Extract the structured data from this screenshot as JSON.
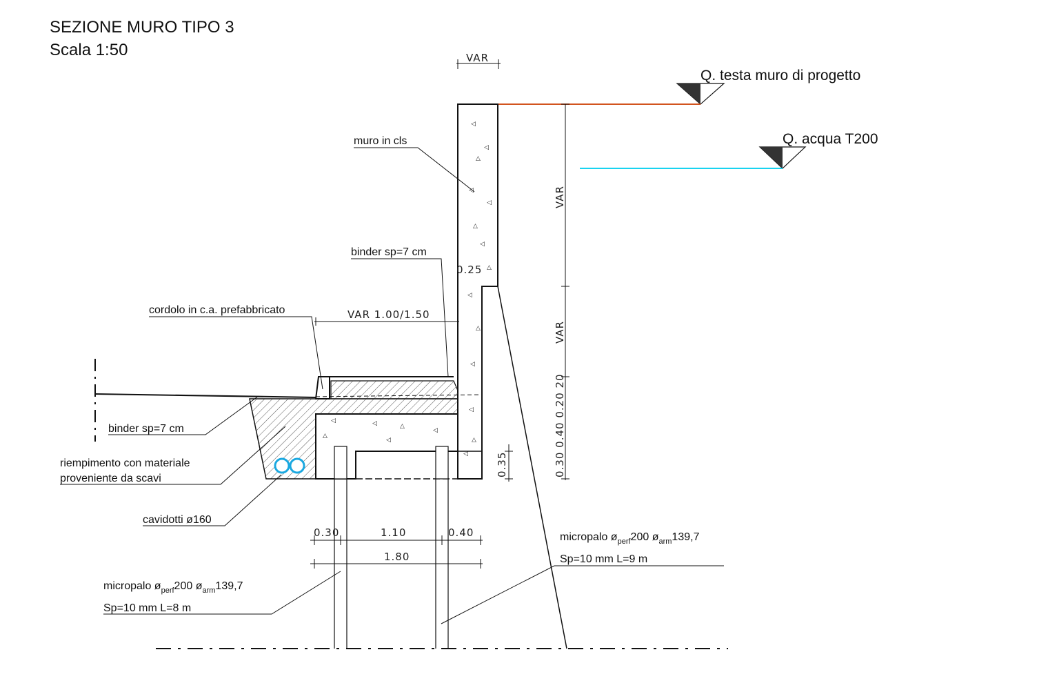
{
  "title": "SEZIONE MURO TIPO 3",
  "scale": "Scala 1:50",
  "colors": {
    "wall_head_line": "#d2541e",
    "water_line": "#19d3f0",
    "conduit": "#1aa8e0",
    "ink": "#111111"
  },
  "levels": {
    "wall_head": "Q. testa muro di progetto",
    "water": "Q. acqua T200"
  },
  "labels": {
    "wall": "muro in cls",
    "binder_top": "binder sp=7 cm",
    "curb": "cordolo in c.a. prefabbricato",
    "binder_left": "binder sp=7 cm",
    "fill_line1": "riempimento con materiale",
    "fill_line2": "proveniente da scavi",
    "conduits": "cavidotti ø160",
    "micropile_left": {
      "pre": "micropalo ø",
      "sub1": "perf",
      "mid": "200 ø",
      "sub2": "arm",
      "post": "139,7",
      "line2": "Sp=10 mm L=8 m"
    },
    "micropile_right": {
      "pre": "micropalo ø",
      "sub1": "perf",
      "mid": "200 ø",
      "sub2": "arm",
      "post": "139,7",
      "line2": "Sp=10 mm L=9 m"
    }
  },
  "dimensions": {
    "top_width": "VAR",
    "wall_thickness": "0.25",
    "slab_width": "VAR 1.00/1.50",
    "right_upper": "VAR",
    "right_lower": "VAR",
    "right_stack": "0.30 0.40 0.20 20",
    "footing_height": "0.35",
    "pile_left_offset": "0.30",
    "pile_spacing": "1.10",
    "pile_right_offset": "0.40",
    "footing_total": "1.80"
  }
}
